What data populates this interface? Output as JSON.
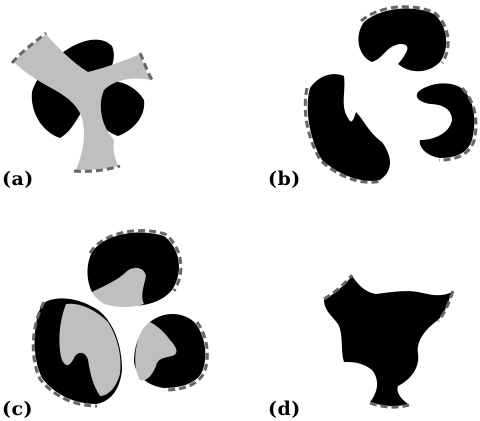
{
  "figure": {
    "panels": [
      {
        "id": "a",
        "label": "(a)"
      },
      {
        "id": "b",
        "label": "(b)"
      },
      {
        "id": "c",
        "label": "(c)"
      },
      {
        "id": "d",
        "label": "(d)"
      }
    ]
  },
  "colors": {
    "region_dark": "#000000",
    "region_light": "#bfbfbf",
    "boundary_dashed": "#666666",
    "background": "#ffffff"
  }
}
